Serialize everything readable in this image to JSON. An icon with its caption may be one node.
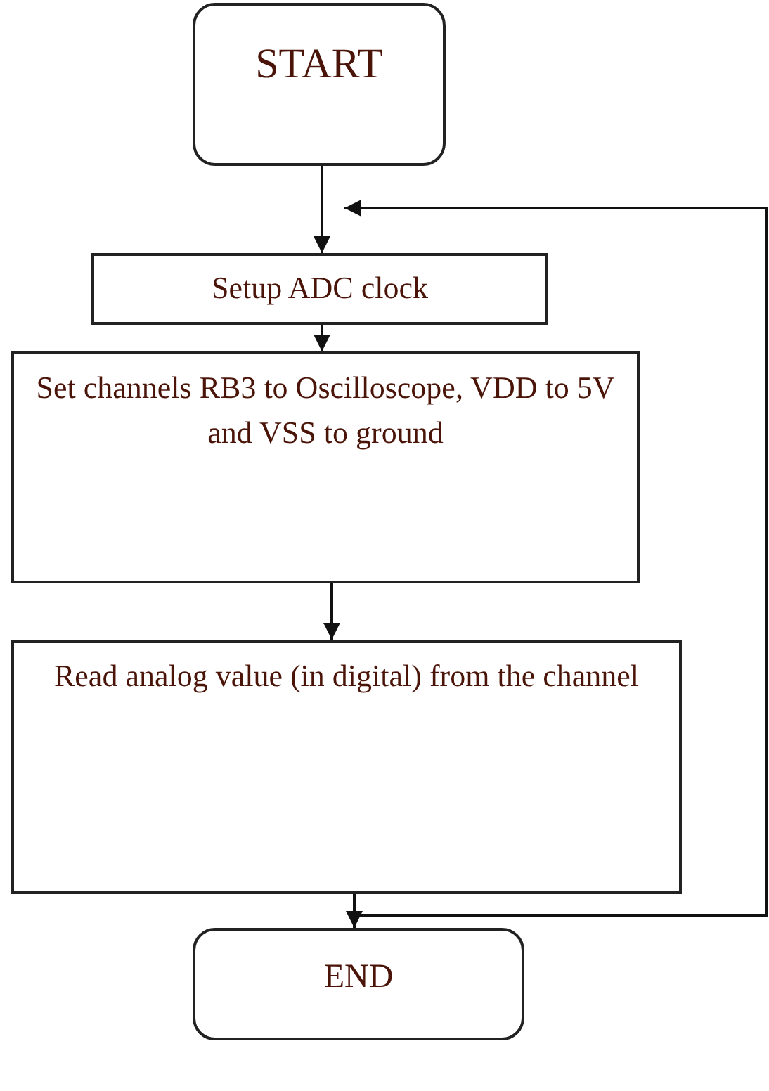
{
  "diagram": {
    "nodes": [
      {
        "text": [
          "START"
        ]
      },
      {
        "text": [
          "Setup ADC clock"
        ]
      },
      {
        "text": [
          "Set channels RB3 to Oscilloscope, VDD to 5V and VSS to ground"
        ]
      },
      {
        "text": [
          "Read analog value (in digital) from the channel"
        ]
      },
      {
        "text": [
          "END"
        ]
      }
    ],
    "edges": [
      {
        "from": 0,
        "to": 1,
        "arrow": "to"
      },
      {
        "from": 1,
        "to": 2,
        "arrow": "to"
      },
      {
        "from": 2,
        "to": 3,
        "arrow": "to"
      },
      {
        "from": 3,
        "to": 4,
        "arrow": "to"
      },
      {
        "from": 3,
        "to": 1,
        "arrow": "to"
      }
    ]
  }
}
